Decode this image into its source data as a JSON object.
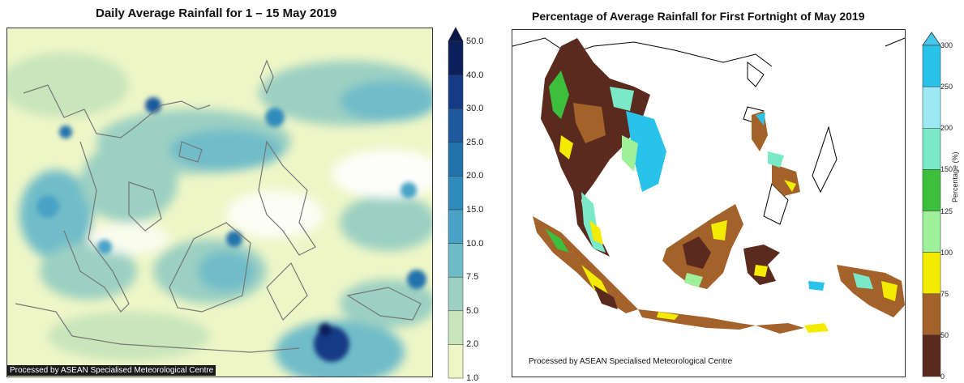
{
  "left_map": {
    "title": "Daily Average Rainfall for 1 – 15 May 2019",
    "credit": "Processed by ASEAN Specialised Meteorological Centre",
    "colorbar": {
      "ticks": [
        "50.0",
        "40.0",
        "30.0",
        "25.0",
        "20.0",
        "15.0",
        "10.0",
        "7.5",
        "5.0",
        "2.0",
        "1.0"
      ],
      "colors": [
        "#0c1f5c",
        "#173a86",
        "#1f5a9e",
        "#2272ac",
        "#2f8bbb",
        "#4aa3c6",
        "#6fbcc9",
        "#9bd0c2",
        "#c8e5bb",
        "#eef6c7"
      ],
      "extend": "max",
      "extend_color": "#081849"
    }
  },
  "right_map": {
    "title": "Percentage of Average Rainfall for First Fortnight of May 2019",
    "credit": "Processed by ASEAN Specialised Meteorological Centre",
    "colorbar": {
      "label": "Percentage (%)",
      "ticks": [
        "300",
        "250",
        "200",
        "150",
        "125",
        "100",
        "75",
        "50",
        "0"
      ],
      "colors": [
        "#29c3ea",
        "#9ce9f4",
        "#79e9c8",
        "#3cbf3c",
        "#9ef09a",
        "#f4ec00",
        "#a2622a",
        "#5a2a1e"
      ],
      "extend": "max",
      "extend_color": "#47c6ee"
    },
    "legend_colors": {
      "very_dry": "#5a2a1e",
      "dry": "#a2622a",
      "below_normal": "#f4ec00",
      "normal": "#9ef09a",
      "above_normal": "#3cbf3c",
      "wet": "#79e9c8",
      "very_wet": "#29c3ea"
    }
  }
}
